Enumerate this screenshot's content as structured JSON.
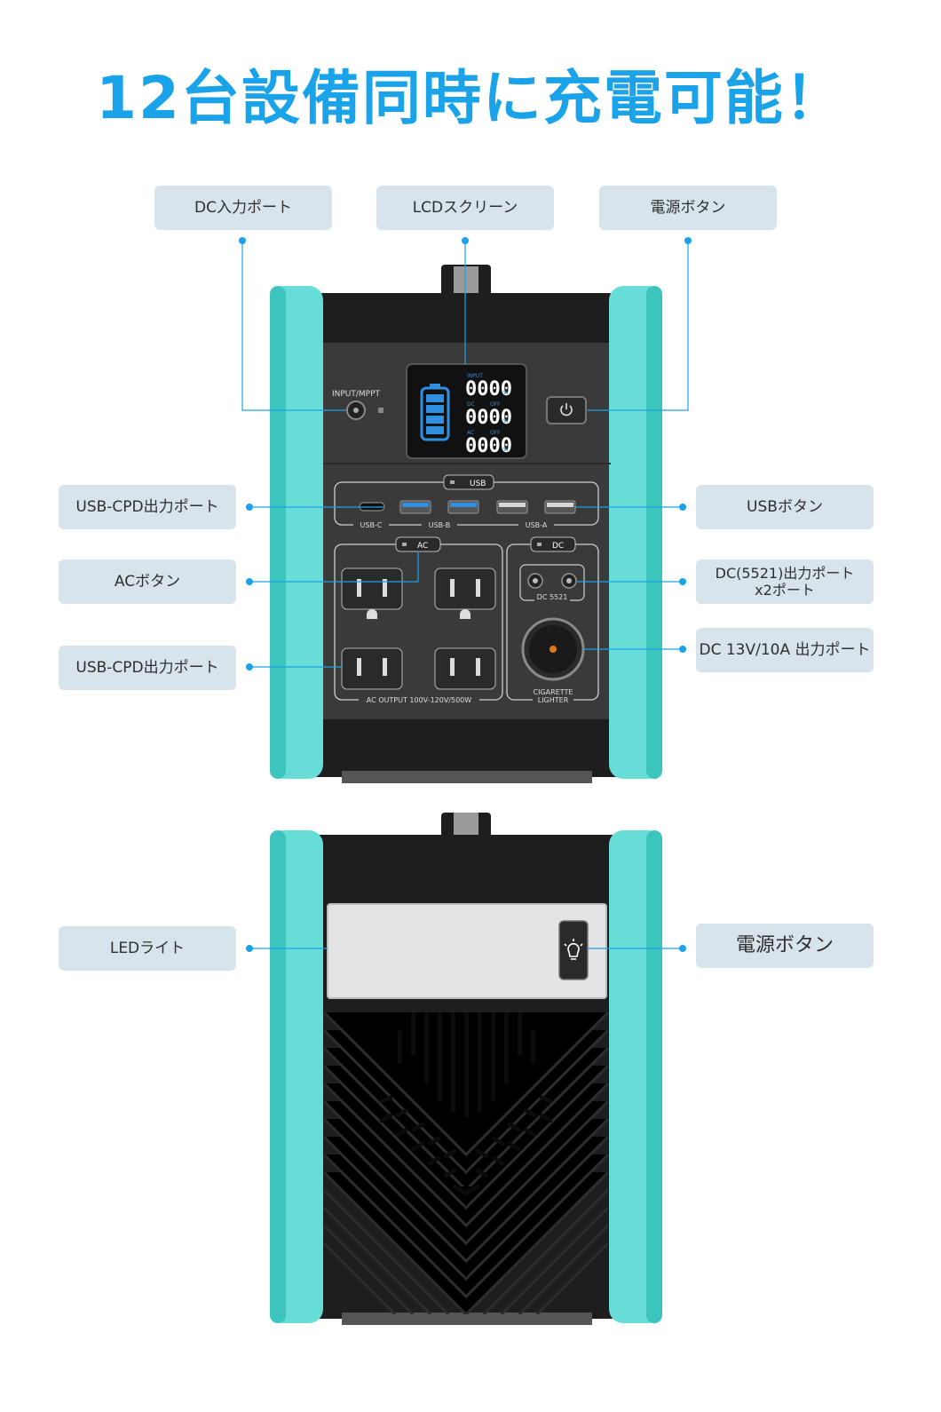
{
  "headline": "12台設備同時に充電可能！",
  "colors": {
    "accent": "#1aa3e8",
    "bumper": "#67ddd8",
    "bumper_dark": "#2fb8b3",
    "body": "#1e1e1e",
    "panel": "#3a3a3a",
    "label_bg": "#d8e4ec",
    "lcd_blue": "#2f8fe0"
  },
  "front_labels": {
    "dc_input": "DC入力ポート",
    "lcd": "LCDスクリーン",
    "power": "電源ボタン",
    "usb_c": "USB-CPD出力ポート",
    "usb_button": "USBボタン",
    "ac_button": "ACボタン",
    "dc5521_line1": "DC(5521)出力ポート",
    "dc5521_line2": "x2ポート",
    "ac_outlets": "USB-CPD出力ポート",
    "cig": "DC 13V/10A 出力ポート"
  },
  "back_labels": {
    "led": "LEDライト",
    "power": "電源ボタン"
  },
  "device": {
    "input_label": "INPUT/MPPT",
    "lcd": {
      "input_tag": "INPUT",
      "dc_tag": "DC",
      "ac_tag": "AC",
      "off_tag": "OFF",
      "value": "0000",
      "unit": "W"
    },
    "usb_button": "USB",
    "usb_c": "USB-C",
    "usb_b": "USB-B",
    "usb_a": "USB-A",
    "ac_button": "AC",
    "dc_button": "DC",
    "dc5521": "DC 5521",
    "ac_output": "AC OUTPUT 100V-120V/500W",
    "cig_line1": "CIGARETTE",
    "cig_line2": "LIGHTER"
  }
}
